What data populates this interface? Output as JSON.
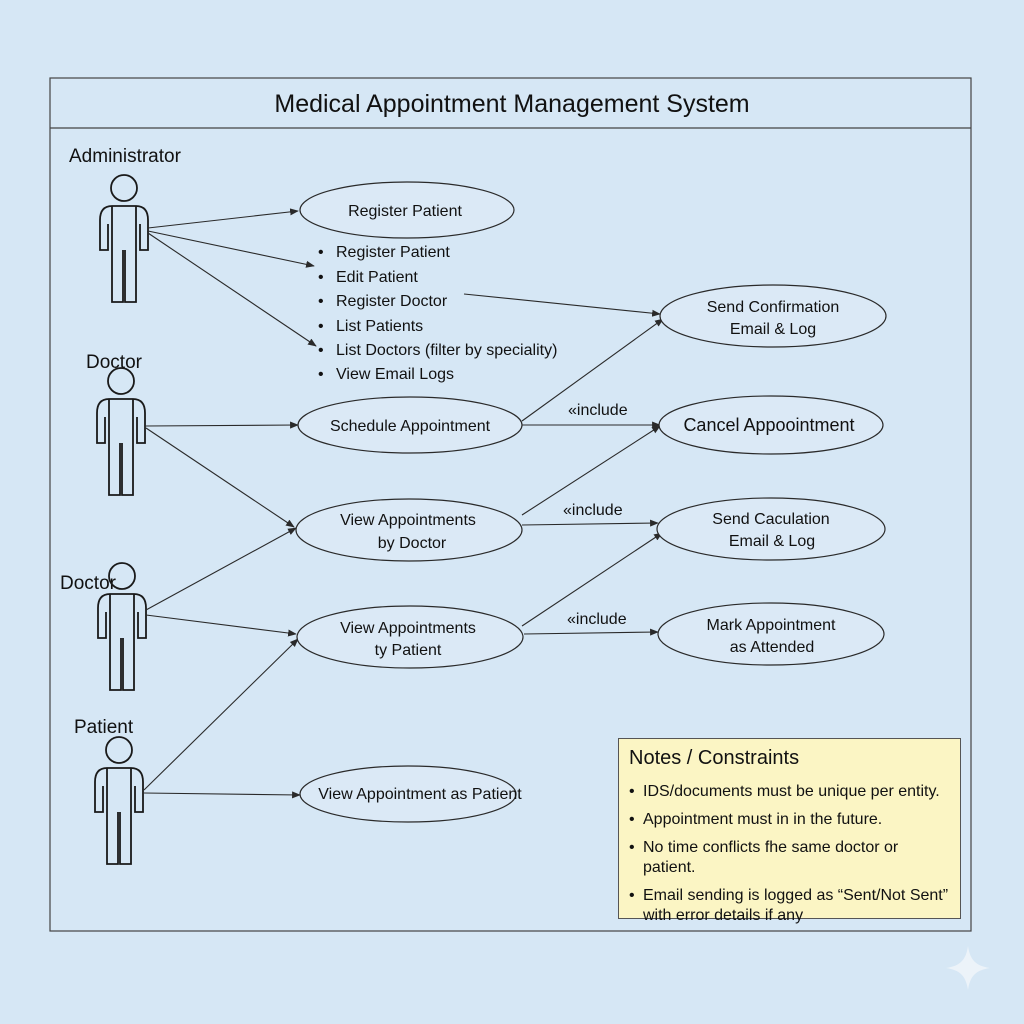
{
  "title": "Medical Appointment Management System",
  "actors": [
    "Administrator",
    "Doctor",
    "Doctor",
    "Patient"
  ],
  "use_cases": {
    "register_patient": [
      "Register Patient"
    ],
    "schedule_appointment": [
      "Schedule Appointment"
    ],
    "view_by_doctor": [
      "View Appointments",
      "by Doctor"
    ],
    "view_by_patient": [
      "View Appointments",
      "ty Patient"
    ],
    "view_as_patient": [
      "View Appointment as Patient"
    ],
    "send_confirmation": [
      "Send Confirmation",
      "Email & Log"
    ],
    "cancel_appointment": [
      "Cancel Appoointment"
    ],
    "send_cancellation": [
      "Send Caculation",
      "Email & Log"
    ],
    "mark_attended": [
      "Mark Appointment",
      "as Attended"
    ]
  },
  "admin_functions": [
    "Register Patient",
    "Edit Patient",
    "Register Doctor",
    "List Patients",
    "List Doctors (filter by speciality)",
    "View Email Logs"
  ],
  "include_labels": [
    "«include",
    "«include",
    "«include"
  ],
  "notes": {
    "title": "Notes / Constraints",
    "items": [
      "IDS/documents must be unique per entity.",
      "Appointment must in in the future.",
      "No time conflicts fhe same doctor or patient.",
      "Email sending is logged as “Sent/Not Sent” with error details if any"
    ]
  },
  "colors": {
    "background": "#d6e7f5",
    "note_fill": "#fbf5c4",
    "use_case_fill": "#dbe9f6",
    "stroke": "#2a2a2a"
  }
}
